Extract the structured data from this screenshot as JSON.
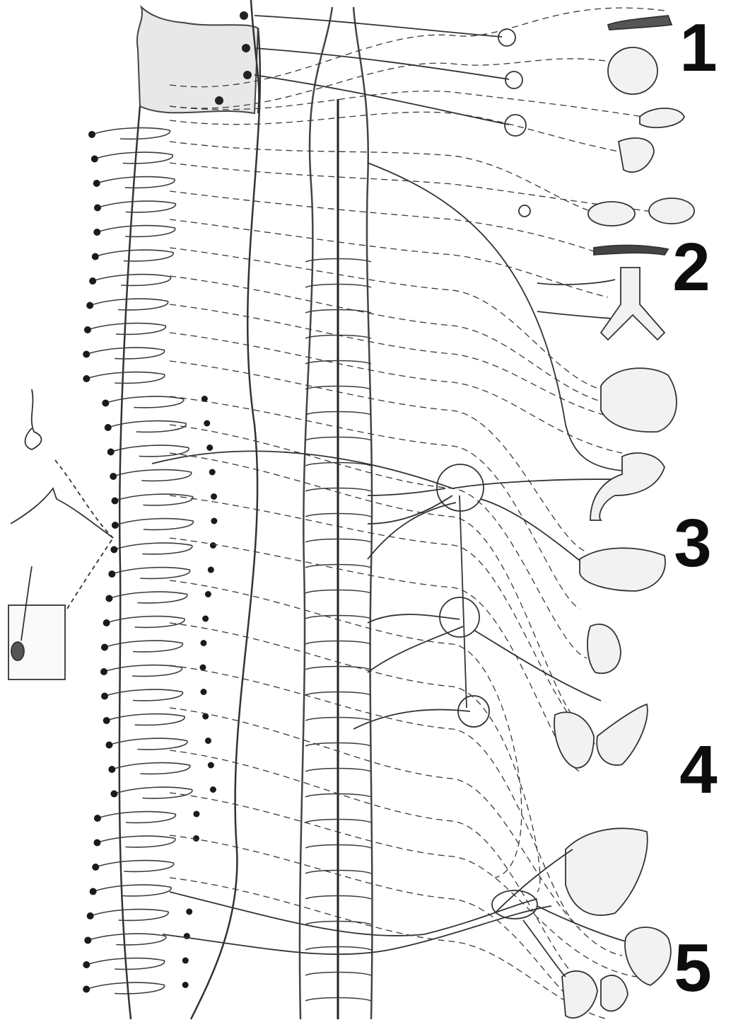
{
  "diagram": {
    "region_labels": [
      "1",
      "2",
      "3",
      "4",
      "5"
    ]
  },
  "colors": {
    "ink": "#3a3a3a",
    "dark_ink": "#1a1a1a",
    "paper": "#ffffff",
    "shade": "#d8d8d8"
  }
}
